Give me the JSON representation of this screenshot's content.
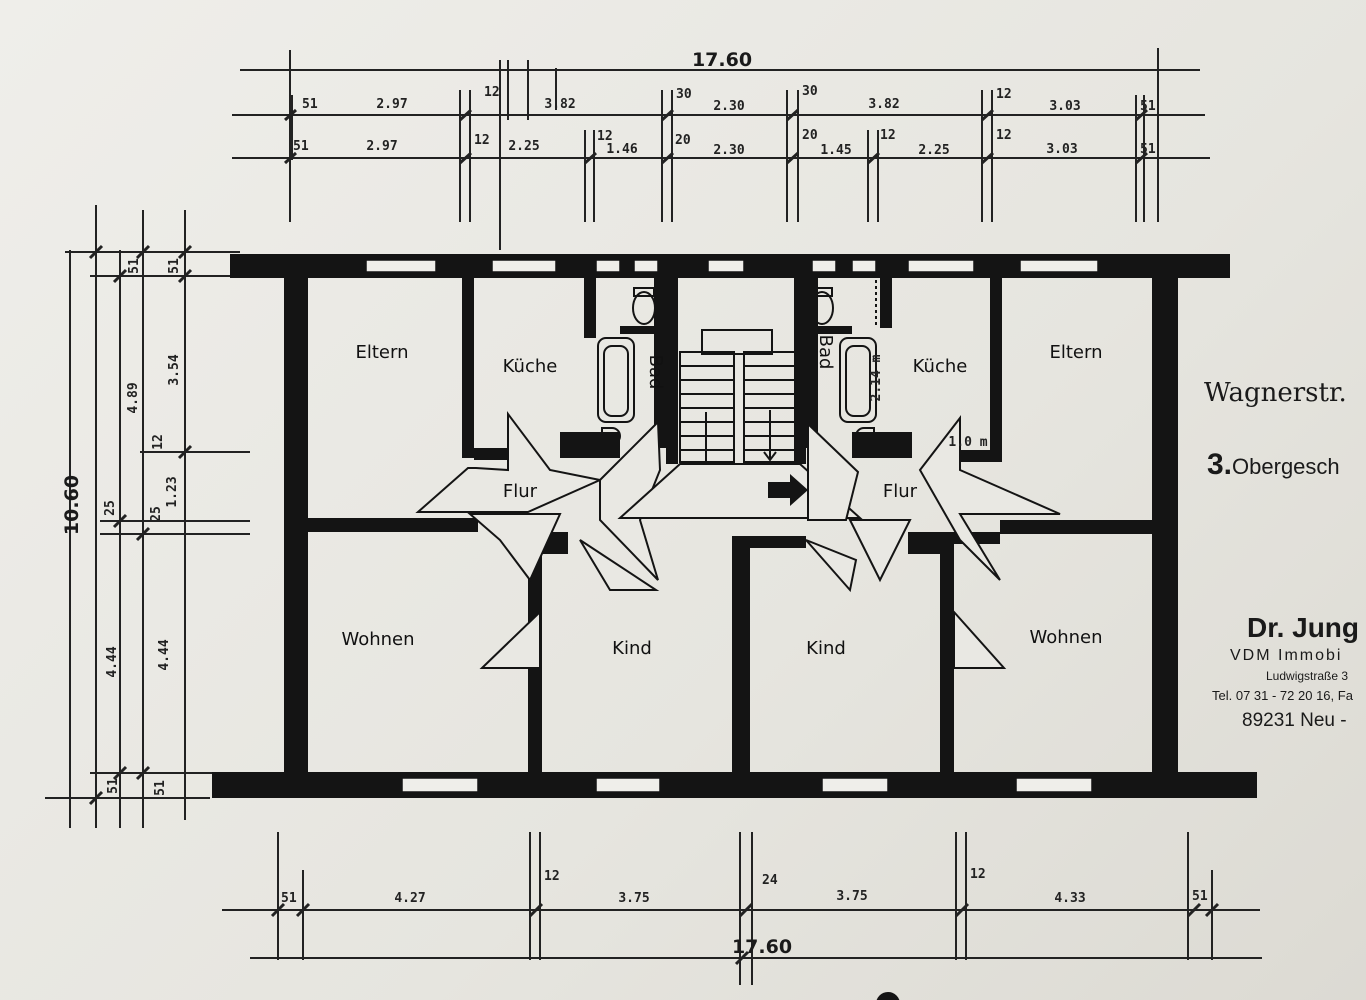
{
  "plan": {
    "rooms": {
      "eltern_left": "Eltern",
      "kueche_left": "Küche",
      "bad_left": "Bad",
      "flur_left": "Flur",
      "wohnen_left": "Wohnen",
      "kind_left": "Kind",
      "kind_right": "Kind",
      "wohnen_right": "Wohnen",
      "flur_right": "Flur",
      "kueche_right": "Küche",
      "bad_right": "Bad",
      "eltern_right": "Eltern"
    },
    "dims_top": {
      "total": "17.60",
      "row1": [
        "51",
        "2.97",
        "12",
        "3.82",
        "30",
        "2.30",
        "30",
        "3.82",
        "12",
        "3.03",
        "51"
      ],
      "row2": [
        "51",
        "2.97",
        "12",
        "2.25",
        "12",
        "1.46",
        "20",
        "2.30",
        "20",
        "1.45",
        "12",
        "2.25",
        "12",
        "3.03",
        "51"
      ]
    },
    "dims_bottom": {
      "total": "17.60",
      "row": [
        "51",
        "4.27",
        "12",
        "3.75",
        "24",
        "3.75",
        "12",
        "4.33",
        "51"
      ]
    },
    "dims_left": {
      "total": "10.60",
      "outer": [
        "51",
        "4.89",
        "25",
        "4.44",
        "51"
      ],
      "inner": [
        "51",
        "3.54",
        "12",
        "1.23",
        "25",
        "4.44",
        "51"
      ]
    },
    "annotations": {
      "bath_right_dim": "2.14 m",
      "kitchen_right_dim": "1.0 m"
    }
  },
  "sidebar": {
    "street": "Wagnerstr.",
    "floor_number": "3.",
    "floor_label": "Obergesch",
    "company_name": "Dr. Jung",
    "company_sub": "VDM Immobi",
    "address": "Ludwigstraße 3",
    "phone": "Tel. 07 31 - 72 20 16, Fa",
    "city": "89231 Neu -"
  }
}
